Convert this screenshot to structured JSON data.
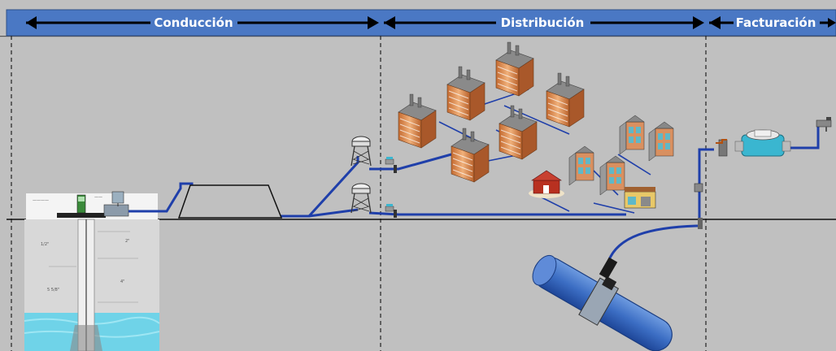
{
  "header": {
    "sections": [
      {
        "label": "Conducción"
      },
      {
        "label": "Distribución"
      },
      {
        "label": "Facturación"
      }
    ]
  },
  "colors": {
    "header_bg": "#4A78C4",
    "panel_bg": "#C0C0C0",
    "pipe": "#1F3FAA",
    "water": "#6FD3E8",
    "building": "#D98A4E",
    "meter": "#3AB6D0"
  },
  "icons": {
    "well": "borehole-cross-section",
    "pump": "pump-station-icon",
    "tank": "storage-tank",
    "tower": "water-tower-icon",
    "meter": "water-meter-icon",
    "faucet": "faucet-icon",
    "building": "apartment-building-icon",
    "house": "house-icon",
    "pipe_sensor": "clamp-on-flow-sensor"
  }
}
